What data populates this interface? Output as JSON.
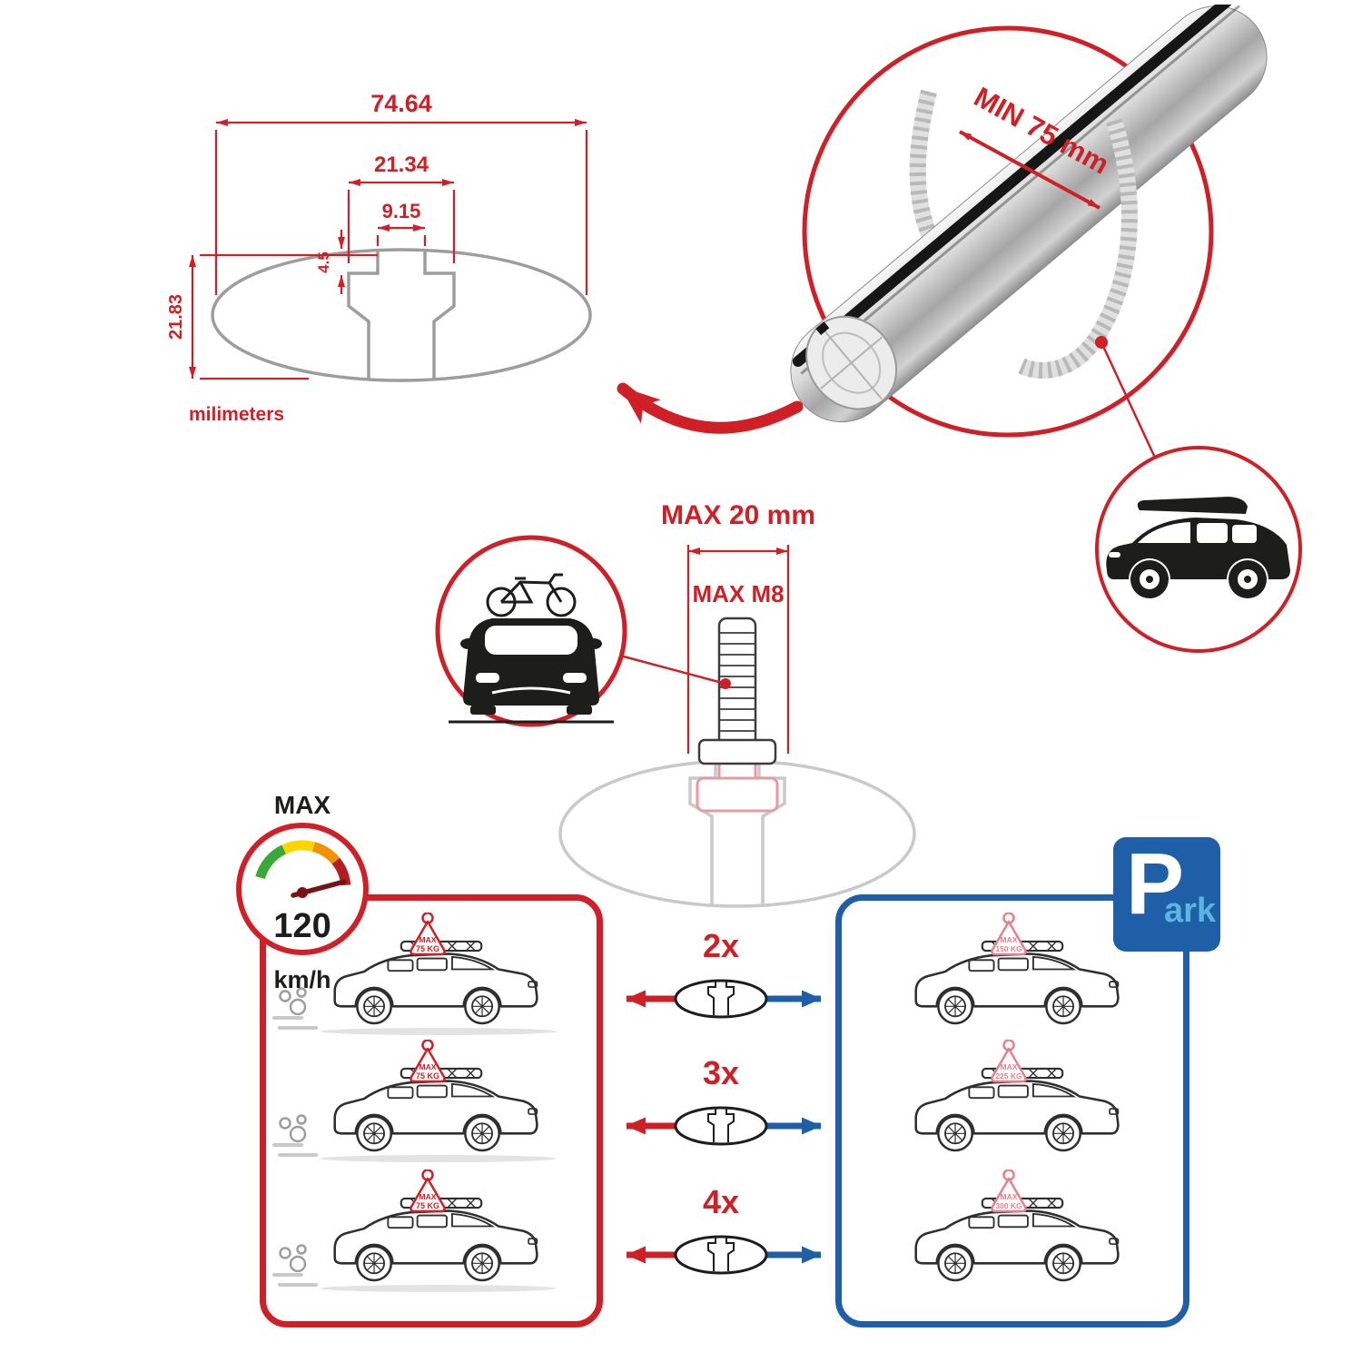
{
  "colors": {
    "red": "#cf2027",
    "blue": "#1e5fa8",
    "light_blue": "#5ab6e0",
    "gray": "#9d9d9c",
    "pink": "#e8808b",
    "dark": "#1d1d1b"
  },
  "cross_section": {
    "total_width": "74.64",
    "channel_outer_width": "21.34",
    "channel_opening_width": "9.15",
    "lip_depth": "4.5",
    "total_height": "21.83",
    "units_label": "milimeters"
  },
  "bar_detail": {
    "min_clamp_span_label": "MIN 75 mm"
  },
  "bolt_detail": {
    "max_depth_label": "MAX 20 mm",
    "max_thread_label": "MAX M8"
  },
  "speed_limit": {
    "label": "MAX",
    "value": "120",
    "unit": "km/h"
  },
  "parking_sign": {
    "letter": "P",
    "suffix": "ark"
  },
  "capacity_rows": [
    {
      "multiplier": "2x",
      "driving_badge": {
        "label": "MAX",
        "value": "75 KG"
      },
      "parked_badge": {
        "label": "MAX",
        "value": "150 KG"
      }
    },
    {
      "multiplier": "3x",
      "driving_badge": {
        "label": "MAX",
        "value": "75 KG"
      },
      "parked_badge": {
        "label": "MAX",
        "value": "225 KG"
      }
    },
    {
      "multiplier": "4x",
      "driving_badge": {
        "label": "MAX",
        "value": "75 KG"
      },
      "parked_badge": {
        "label": "MAX",
        "value": "300 KG"
      }
    }
  ]
}
